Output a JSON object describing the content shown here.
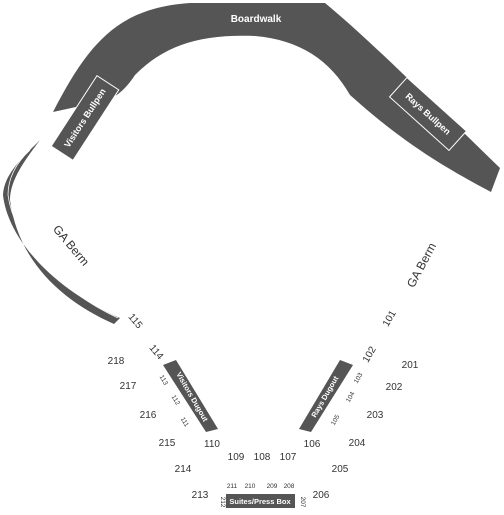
{
  "map": {
    "features": {
      "boardwalk": "Boardwalk",
      "visitors_bullpen": "Visitors Bullpen",
      "rays_bullpen": "Rays Bullpen",
      "ga_berm_left": "GA Berm",
      "ga_berm_right": "GA Berm",
      "visitors_dugout": "Visitors Dugout",
      "rays_dugout": "Rays Dugout",
      "suites_press_box": "Suites/Press Box"
    },
    "sections": [
      {
        "id": "101",
        "label": "101"
      },
      {
        "id": "102",
        "label": "102"
      },
      {
        "id": "103",
        "label": "103"
      },
      {
        "id": "104",
        "label": "104"
      },
      {
        "id": "105",
        "label": "105"
      },
      {
        "id": "106",
        "label": "106"
      },
      {
        "id": "107",
        "label": "107"
      },
      {
        "id": "108",
        "label": "108"
      },
      {
        "id": "109",
        "label": "109"
      },
      {
        "id": "110",
        "label": "110"
      },
      {
        "id": "111",
        "label": "111"
      },
      {
        "id": "112",
        "label": "112"
      },
      {
        "id": "113",
        "label": "113"
      },
      {
        "id": "114",
        "label": "114"
      },
      {
        "id": "115",
        "label": "115"
      },
      {
        "id": "201",
        "label": "201"
      },
      {
        "id": "202",
        "label": "202"
      },
      {
        "id": "203",
        "label": "203"
      },
      {
        "id": "204",
        "label": "204"
      },
      {
        "id": "205",
        "label": "205"
      },
      {
        "id": "206",
        "label": "206"
      },
      {
        "id": "207",
        "label": "207"
      },
      {
        "id": "208",
        "label": "208"
      },
      {
        "id": "209",
        "label": "209"
      },
      {
        "id": "210",
        "label": "210"
      },
      {
        "id": "211",
        "label": "211"
      },
      {
        "id": "212",
        "label": "212"
      },
      {
        "id": "213",
        "label": "213"
      },
      {
        "id": "214",
        "label": "214"
      },
      {
        "id": "215",
        "label": "215"
      },
      {
        "id": "216",
        "label": "216"
      },
      {
        "id": "217",
        "label": "217"
      },
      {
        "id": "218",
        "label": "218"
      }
    ],
    "colors": {
      "structure": "#555555",
      "label": "#333333",
      "background": "#ffffff"
    }
  }
}
